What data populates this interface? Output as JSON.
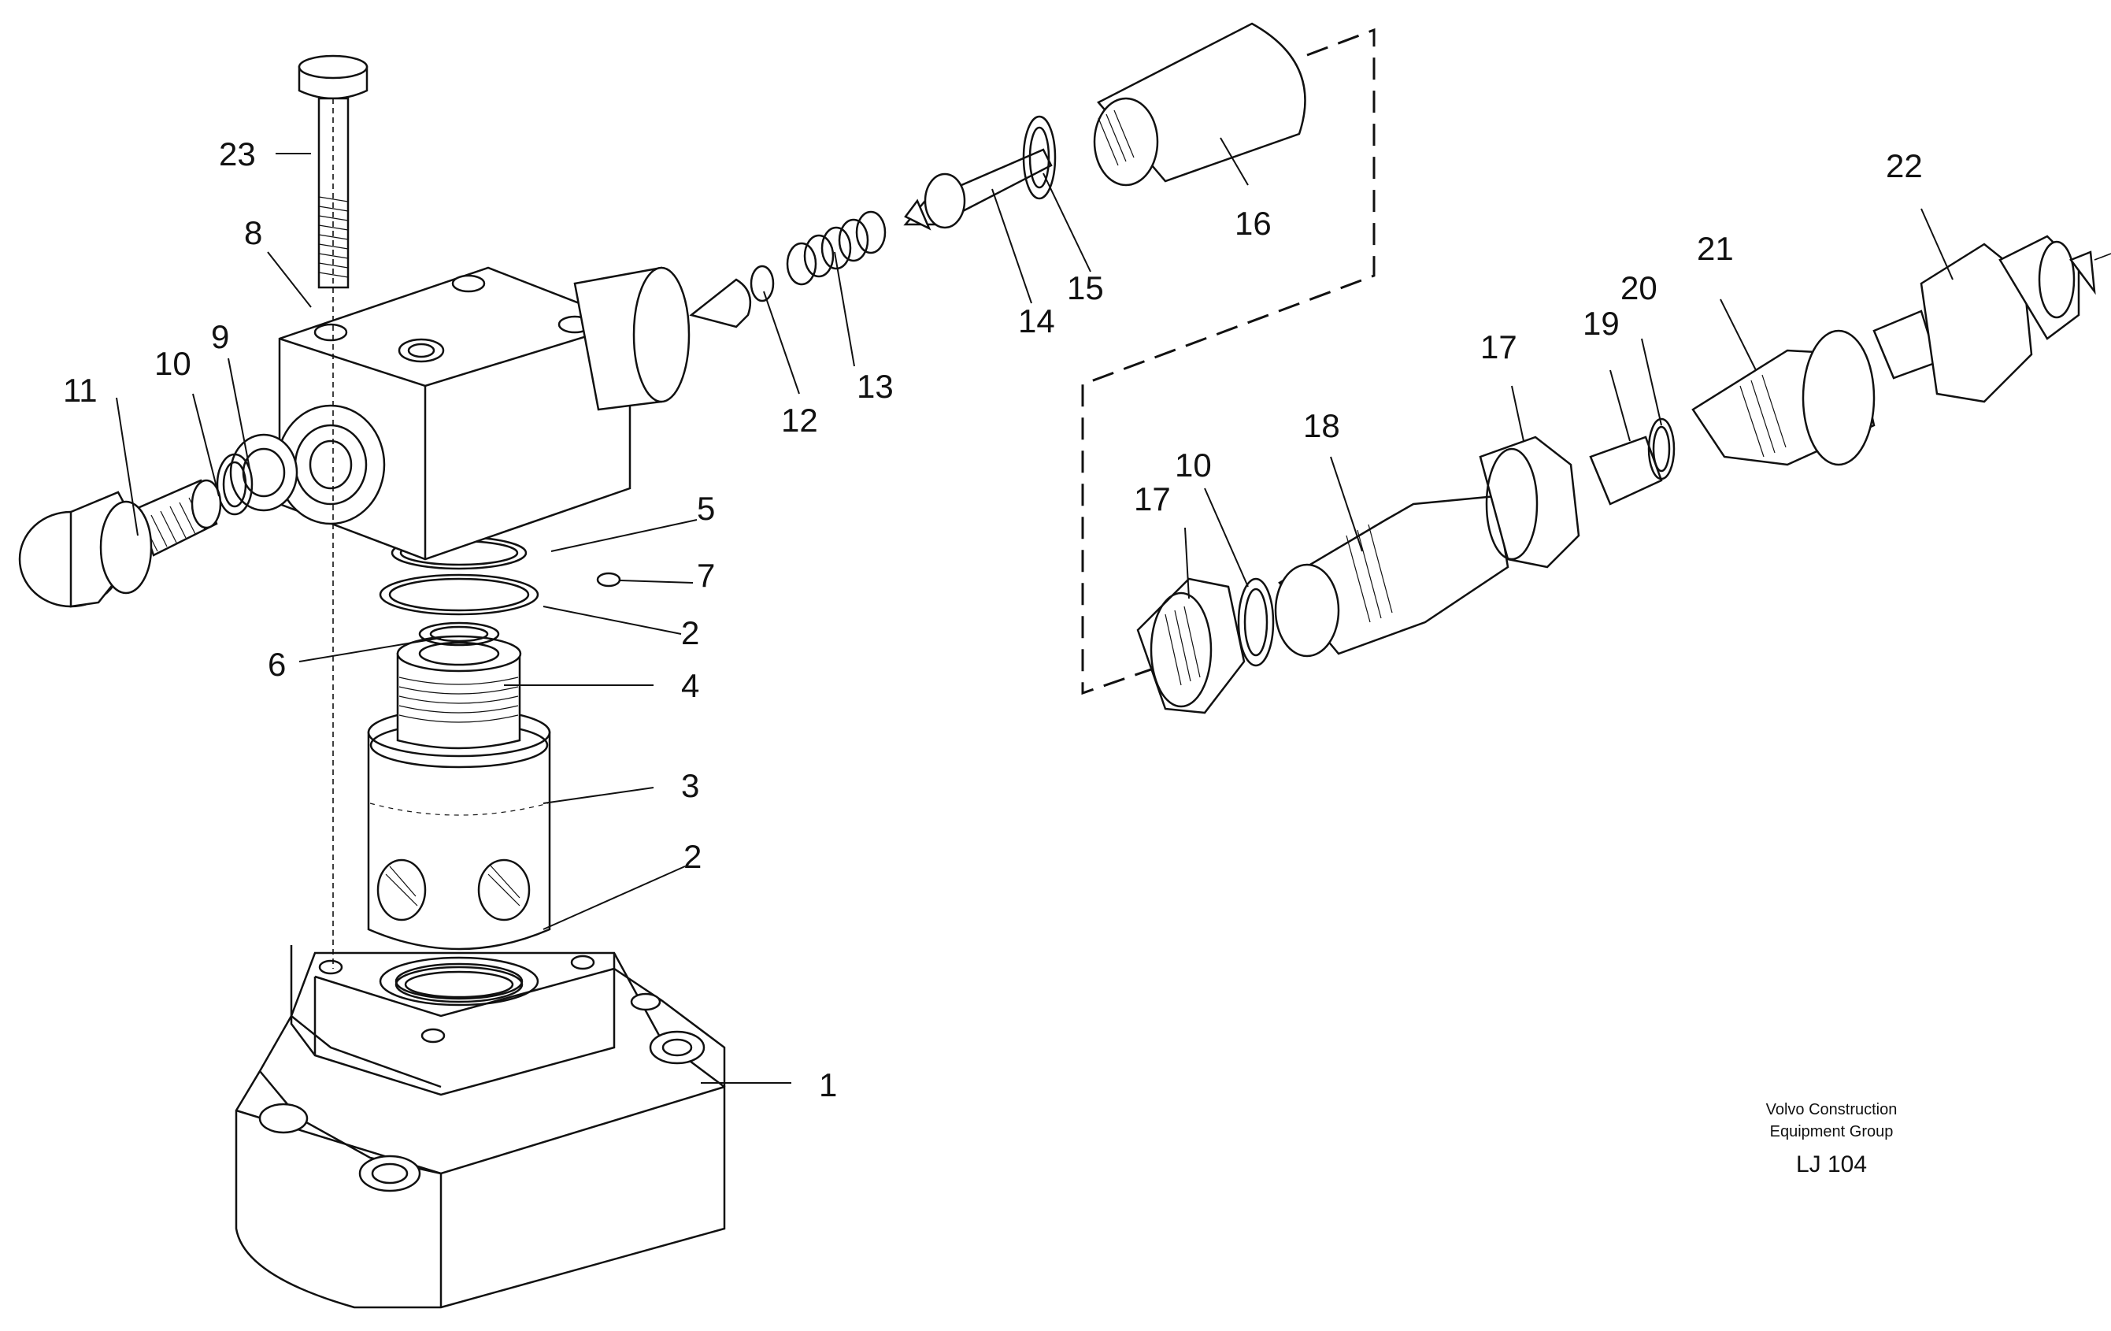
{
  "diagram": {
    "part_labels": [
      "1",
      "2",
      "2",
      "3",
      "4",
      "5",
      "6",
      "7",
      "8",
      "9",
      "10",
      "10",
      "11",
      "12",
      "13",
      "14",
      "15",
      "16",
      "17",
      "17",
      "18",
      "19",
      "20",
      "21",
      "22",
      "23"
    ],
    "credit": {
      "line1": "Volvo Construction",
      "line2": "Equipment Group",
      "code": "LJ 104"
    }
  }
}
